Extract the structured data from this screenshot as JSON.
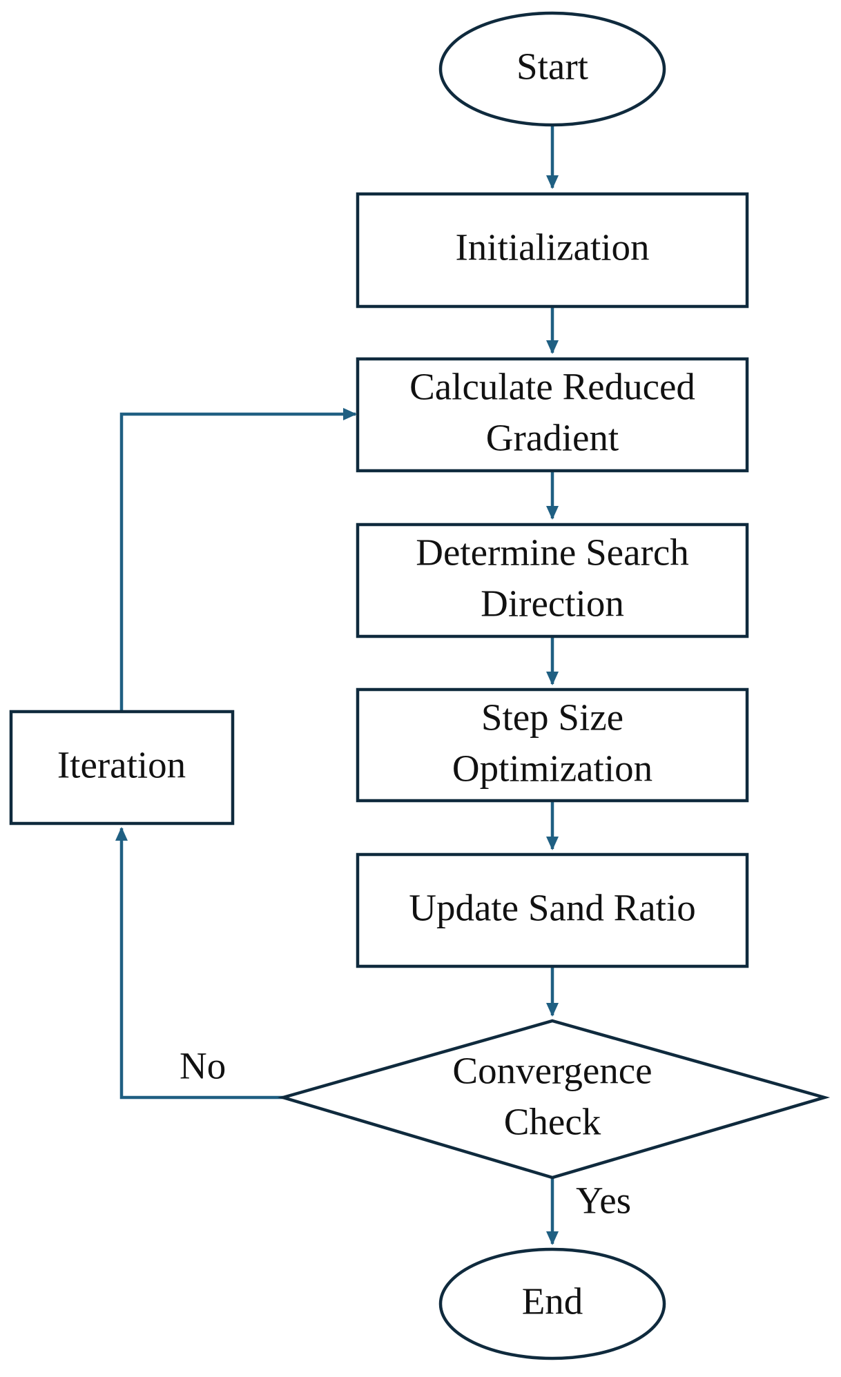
{
  "nodes": {
    "start": {
      "label": "Start"
    },
    "initialization": {
      "label": "Initialization"
    },
    "reduced_gradient": {
      "line1": "Calculate  Reduced",
      "line2": "Gradient"
    },
    "search_direction": {
      "line1": "Determine  Search",
      "line2": "Direction"
    },
    "step_size": {
      "line1": "Step Size",
      "line2": "Optimization"
    },
    "update_sand_ratio": {
      "label": "Update  Sand  Ratio"
    },
    "convergence_check": {
      "line1": "Convergence",
      "line2": "Check"
    },
    "iteration": {
      "label": "Iteration"
    },
    "end": {
      "label": "End"
    }
  },
  "branches": {
    "no_label": "No",
    "yes_label": "Yes"
  },
  "colors": {
    "outline": "#0f2a3d",
    "connector": "#1f5f82",
    "text": "#111111"
  }
}
